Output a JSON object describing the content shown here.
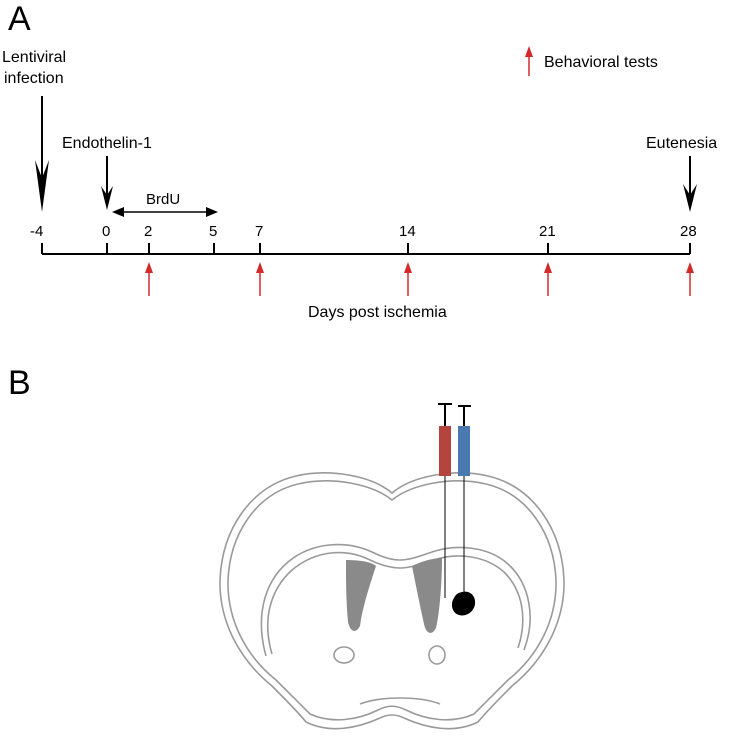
{
  "panel_a": {
    "letter": "A",
    "infection_label_line1": "Lentiviral",
    "infection_label_line2": "infection",
    "injection_label": "Endothelin-1",
    "brdu_label": "BrdU",
    "end_label": "Eutenesia",
    "legend_label": "Behavioral tests",
    "axis_label": "Days post ischemia",
    "ticks": [
      "-4",
      "0",
      "2",
      "5",
      "7",
      "14",
      "21",
      "28"
    ],
    "behavioral_test_days": [
      2,
      7,
      14,
      21,
      28
    ],
    "colors": {
      "behavioral_arrow": "#d42a2a",
      "timeline": "#000000"
    }
  },
  "panel_b": {
    "letter": "B",
    "colors": {
      "outline": "#9a9a9a",
      "ventricle": "#8a8a8a",
      "syringe_red": "#b5443f",
      "syringe_blue": "#4a78b0",
      "lesion": "#000000"
    }
  }
}
